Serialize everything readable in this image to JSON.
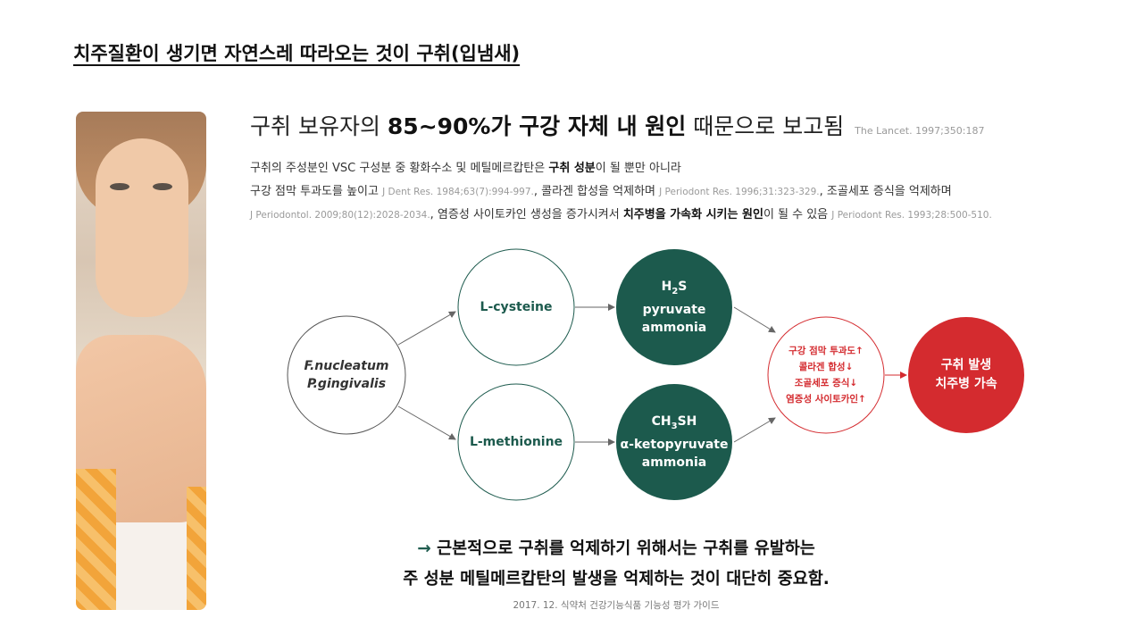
{
  "heading": "치주질환이 생기면 자연스레 따라오는 것이 구취(입냄새)",
  "title": {
    "pre": "구취 보유자의 ",
    "bold": "85~90%가 구강 자체 내 원인",
    "post": " 때문으로 보고됨",
    "ref": "The Lancet. 1997;350:187"
  },
  "body": {
    "l1a": "구취의 주성분인 VSC 구성분 중 황화수소 및 메틸메르캅탄은 ",
    "l1b": "구취 성분",
    "l1c": "이 될 뿐만 아니라",
    "l2a": "구강 점막 투과도를 높이고 ",
    "l2ref1": "J Dent Res. 1984;63(7):994-997.",
    "l2b": ", 콜라겐 합성을 억제하며 ",
    "l2ref2": "J Periodont Res. 1996;31:323-329.",
    "l2c": ", 조골세포 증식을 억제하며",
    "l3ref1": "J Periodontol. 2009;80(12):2028-2034.",
    "l3a": ", 염증성 사이토카인 생성을 증가시켜서 ",
    "l3b": "치주병을 가속화 시키는 원인",
    "l3c": "이 될 수 있음 ",
    "l3ref2": "J Periodont Res. 1993;28:500-510."
  },
  "diagram": {
    "bacteria": [
      "F.nucleatum",
      "P.gingivalis"
    ],
    "cysteine": "L-cysteine",
    "methionine": "L-methionine",
    "prod1": {
      "a": "H",
      "sub": "2",
      "b": "S",
      "l2": "pyruvate",
      "l3": "ammonia"
    },
    "prod2": {
      "a": "CH",
      "sub": "3",
      "b": "SH",
      "l2": "α-ketopyruvate",
      "l3": "ammonia"
    },
    "effects": [
      "구강 점막 투과도↑",
      "콜라겐 합성↓",
      "조골세포 증식↓",
      "염증성 사이토카인↑"
    ],
    "result": [
      "구취 발생",
      "치주병 가속"
    ]
  },
  "colors": {
    "green": "#1c5a4d",
    "red": "#d42b2f",
    "outline": "#555555"
  },
  "conclusion": {
    "arrow": "→",
    "l1": " 근본적으로 구취를 억제하기 위해서는 구취를 유발하는",
    "l2": "주 성분 메틸메르캅탄의 발생을 억제하는 것이 대단히 중요함."
  },
  "source": "2017. 12. 식약처 건강기능식품 기능성 평가 가이드"
}
